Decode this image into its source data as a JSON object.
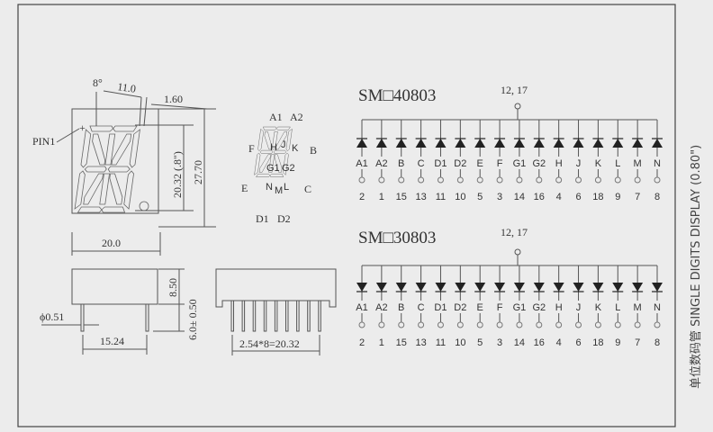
{
  "drawing": {
    "front_view": {
      "pin1_label": "PIN1",
      "angle_label": "8°",
      "segment_width_label": "11.0",
      "offset_label": "1.60",
      "digit_height_label": "20.32 (.8\")",
      "total_height_label": "27.70",
      "width_label": "20.0"
    },
    "segment_map": {
      "outer_labels": [
        "A1",
        "A2",
        "F",
        "B",
        "E",
        "C",
        "D1",
        "D2"
      ],
      "inner_labels": [
        "H",
        "J",
        "K",
        "G1",
        "G2",
        "N",
        "M",
        "L"
      ]
    },
    "side_view": {
      "pin_diameter_label": "ϕ0.51",
      "row_spacing_label": "15.24",
      "body_height_label": "8.50",
      "pin_length_label": "6.0± 0.50",
      "pin_pitch_label": "2.54*8=20.32"
    },
    "circuits": [
      {
        "model": "SM□40803",
        "common_pins": "12, 17",
        "direction": "up",
        "segments": [
          "A1",
          "A2",
          "B",
          "C",
          "D1",
          "D2",
          "E",
          "F",
          "G1",
          "G2",
          "H",
          "J",
          "K",
          "L",
          "M",
          "N"
        ],
        "pins": [
          "2",
          "1",
          "15",
          "13",
          "11",
          "10",
          "5",
          "3",
          "14",
          "16",
          "4",
          "6",
          "18",
          "9",
          "7",
          "8"
        ]
      },
      {
        "model": "SM□30803",
        "common_pins": "12, 17",
        "direction": "down",
        "segments": [
          "A1",
          "A2",
          "B",
          "C",
          "D1",
          "D2",
          "E",
          "F",
          "G1",
          "G2",
          "H",
          "J",
          "K",
          "L",
          "M",
          "N"
        ],
        "pins": [
          "2",
          "1",
          "15",
          "13",
          "11",
          "10",
          "5",
          "3",
          "14",
          "16",
          "4",
          "6",
          "18",
          "9",
          "7",
          "8"
        ]
      }
    ],
    "side_title": "单位数码管 SINGLE DIGITS DISPLAY (0.80\")"
  }
}
